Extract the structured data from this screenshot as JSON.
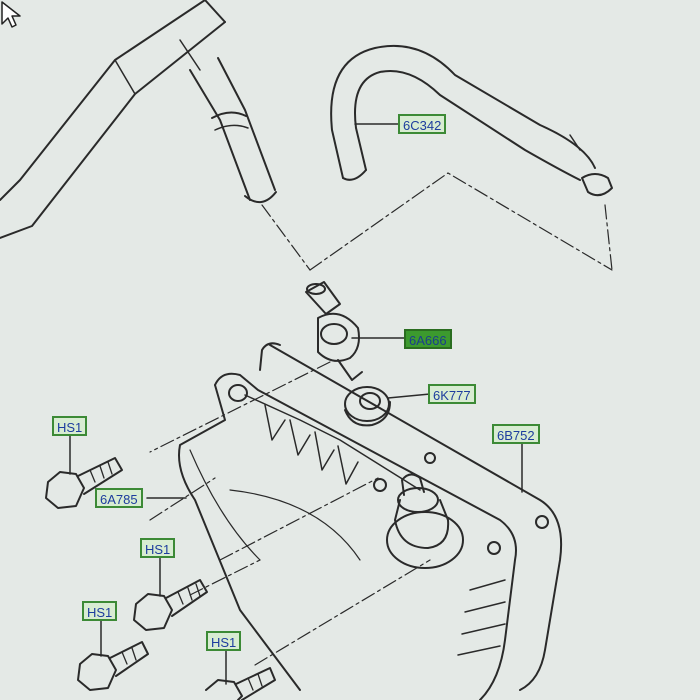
{
  "callouts": {
    "c1": "6C342",
    "c2": "6A666",
    "c3": "6K777",
    "c4": "6B752",
    "c5": "6A785",
    "c6": "HS1",
    "c7": "HS1",
    "c8": "HS1",
    "c9": "HS1"
  },
  "colors": {
    "label_text": "#1d3d9e",
    "label_bg": "#d8ecd2",
    "label_border": "#3c8a36",
    "label_active_bg": "#3c9a2e",
    "line": "#2a2a2a",
    "background": "#e4e9e6"
  }
}
